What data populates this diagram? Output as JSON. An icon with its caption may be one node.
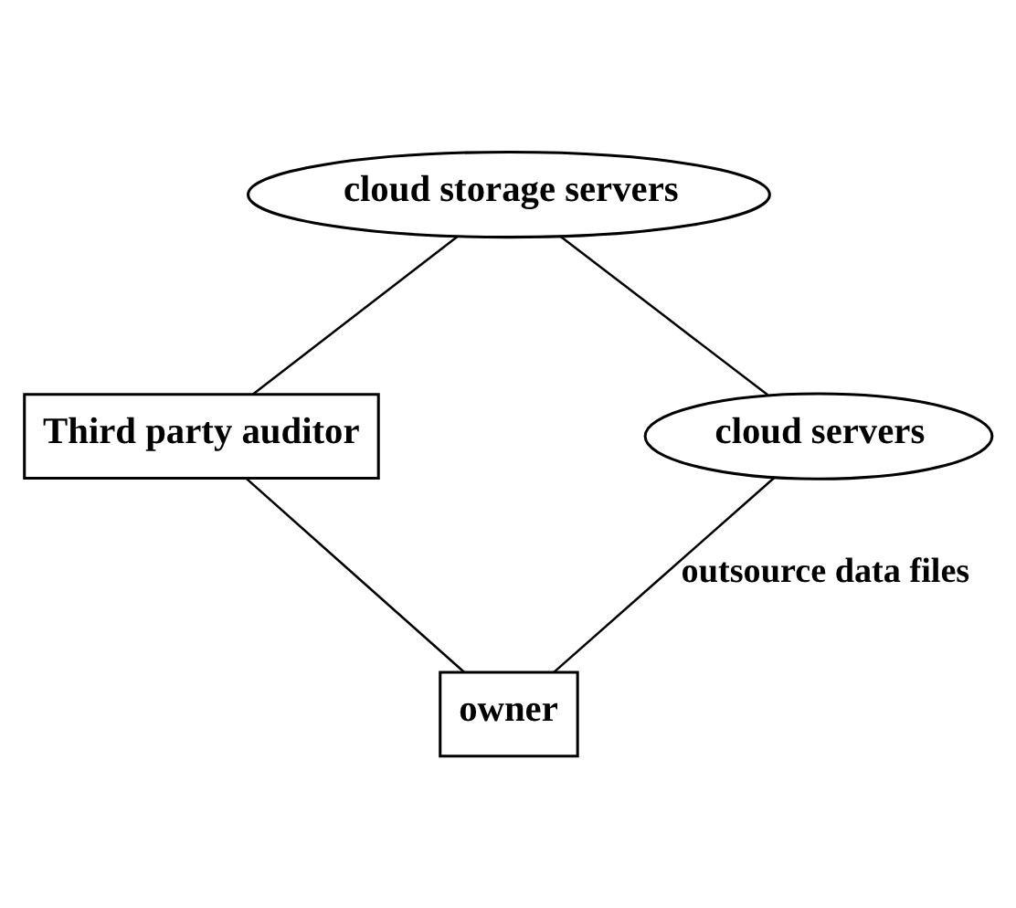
{
  "diagram": {
    "nodes": [
      {
        "text": [
          "cloud storage servers"
        ]
      },
      {
        "text": [
          "Third party auditor"
        ]
      },
      {
        "text": [
          "cloud servers"
        ]
      },
      {
        "text": [
          "owner"
        ]
      }
    ],
    "edges": [
      {
        "from": 0,
        "to": 1,
        "arrow": "none"
      },
      {
        "from": 0,
        "to": 2,
        "arrow": "none"
      },
      {
        "from": 1,
        "to": 3,
        "arrow": "none"
      },
      {
        "from": 2,
        "to": 3,
        "arrow": "none",
        "label": "outsource data files"
      }
    ]
  }
}
